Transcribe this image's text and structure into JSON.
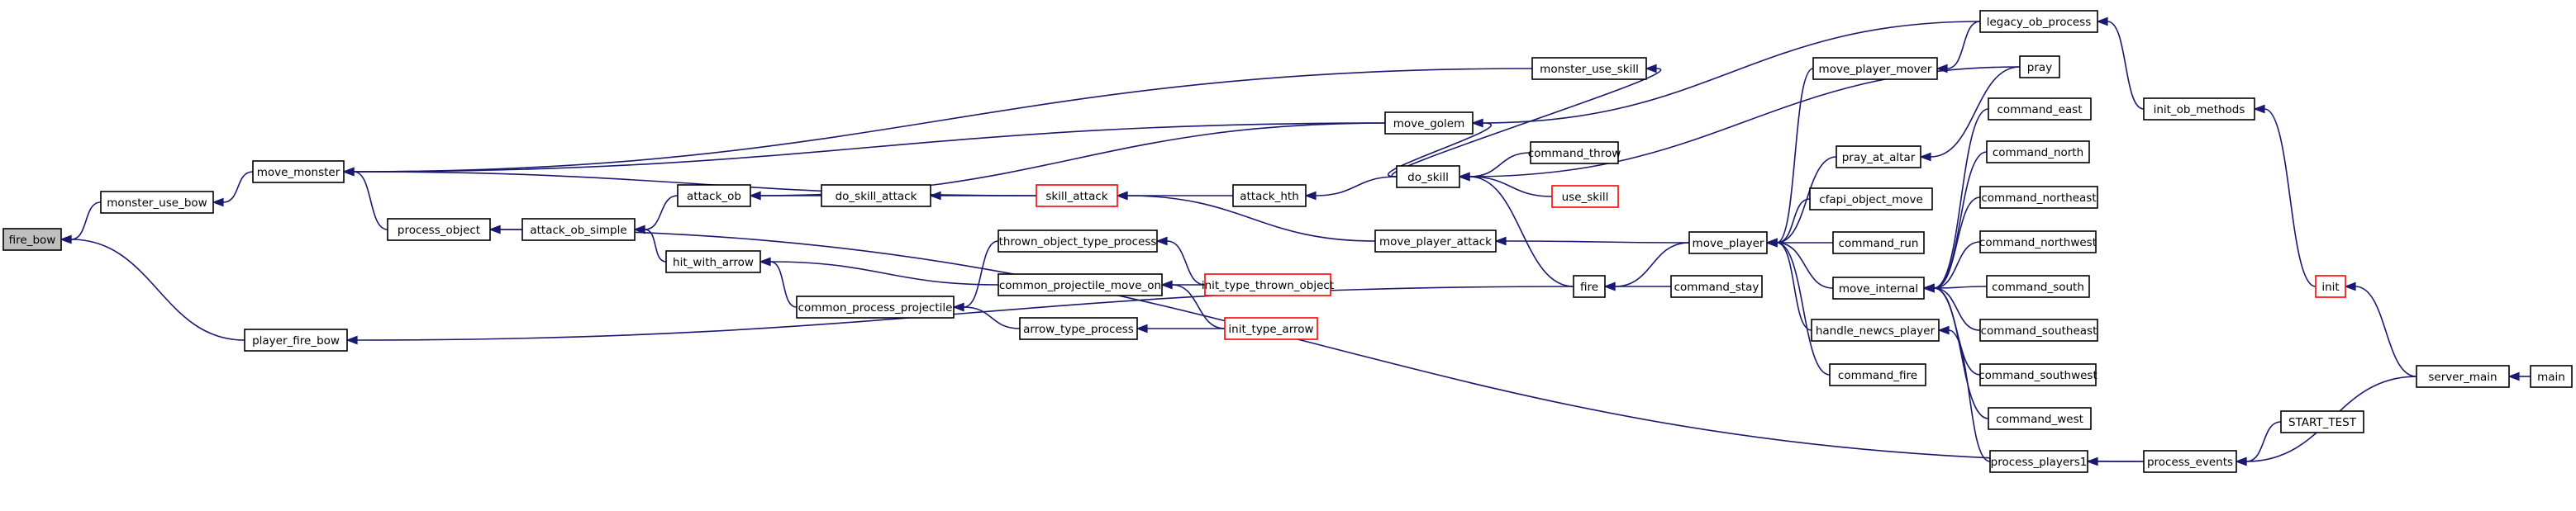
{
  "graph": {
    "nodes": [
      {
        "id": "fire_bow",
        "label": "fire_bow",
        "root": true
      },
      {
        "id": "monster_use_bow",
        "label": "monster_use_bow"
      },
      {
        "id": "player_fire_bow",
        "label": "player_fire_bow"
      },
      {
        "id": "move_monster",
        "label": "move_monster"
      },
      {
        "id": "process_object",
        "label": "process_object"
      },
      {
        "id": "attack_ob_simple",
        "label": "attack_ob_simple"
      },
      {
        "id": "attack_ob",
        "label": "attack_ob"
      },
      {
        "id": "hit_with_arrow",
        "label": "hit_with_arrow"
      },
      {
        "id": "do_skill_attack",
        "label": "do_skill_attack"
      },
      {
        "id": "skill_attack",
        "label": "skill_attack",
        "truncated": true
      },
      {
        "id": "thrown_object_type_process",
        "label": "thrown_object_type_process"
      },
      {
        "id": "common_projectile_move_on",
        "label": "common_projectile_move_on"
      },
      {
        "id": "common_process_projectile",
        "label": "common_process_projectile"
      },
      {
        "id": "arrow_type_process",
        "label": "arrow_type_process"
      },
      {
        "id": "init_type_thrown_object",
        "label": "init_type_thrown_object",
        "truncated": true
      },
      {
        "id": "init_type_arrow",
        "label": "init_type_arrow",
        "truncated": true
      },
      {
        "id": "attack_hth",
        "label": "attack_hth"
      },
      {
        "id": "move_golem",
        "label": "move_golem"
      },
      {
        "id": "monster_use_skill",
        "label": "monster_use_skill"
      },
      {
        "id": "do_skill",
        "label": "do_skill"
      },
      {
        "id": "command_throw",
        "label": "command_throw"
      },
      {
        "id": "use_skill",
        "label": "use_skill",
        "truncated": true
      },
      {
        "id": "move_player_attack",
        "label": "move_player_attack"
      },
      {
        "id": "fire",
        "label": "fire"
      },
      {
        "id": "command_stay",
        "label": "command_stay"
      },
      {
        "id": "move_player",
        "label": "move_player"
      },
      {
        "id": "move_player_mover",
        "label": "move_player_mover"
      },
      {
        "id": "pray_at_altar",
        "label": "pray_at_altar"
      },
      {
        "id": "cfapi_object_move",
        "label": "cfapi_object_move"
      },
      {
        "id": "command_run",
        "label": "command_run"
      },
      {
        "id": "move_internal",
        "label": "move_internal"
      },
      {
        "id": "handle_newcs_player",
        "label": "handle_newcs_player"
      },
      {
        "id": "command_fire",
        "label": "command_fire"
      },
      {
        "id": "legacy_ob_process",
        "label": "legacy_ob_process"
      },
      {
        "id": "pray",
        "label": "pray"
      },
      {
        "id": "command_east",
        "label": "command_east"
      },
      {
        "id": "command_north",
        "label": "command_north"
      },
      {
        "id": "command_northeast",
        "label": "command_northeast"
      },
      {
        "id": "command_northwest",
        "label": "command_northwest"
      },
      {
        "id": "command_south",
        "label": "command_south"
      },
      {
        "id": "command_southeast",
        "label": "command_southeast"
      },
      {
        "id": "command_southwest",
        "label": "command_southwest"
      },
      {
        "id": "command_west",
        "label": "command_west"
      },
      {
        "id": "process_players1",
        "label": "process_players1"
      },
      {
        "id": "process_events",
        "label": "process_events"
      },
      {
        "id": "START_TEST",
        "label": "START_TEST"
      },
      {
        "id": "init_ob_methods",
        "label": "init_ob_methods"
      },
      {
        "id": "init",
        "label": "init",
        "truncated": true
      },
      {
        "id": "server_main",
        "label": "server_main"
      },
      {
        "id": "main",
        "label": "main"
      }
    ],
    "edges": [
      {
        "from": "monster_use_bow",
        "to": "fire_bow"
      },
      {
        "from": "player_fire_bow",
        "to": "fire_bow"
      },
      {
        "from": "move_monster",
        "to": "monster_use_bow"
      },
      {
        "from": "process_object",
        "to": "move_monster"
      },
      {
        "from": "monster_use_skill",
        "to": "move_monster"
      },
      {
        "from": "move_golem",
        "to": "move_monster"
      },
      {
        "from": "attack_ob_simple",
        "to": "process_object"
      },
      {
        "from": "process_events",
        "to": "process_object"
      },
      {
        "from": "attack_ob",
        "to": "attack_ob_simple"
      },
      {
        "from": "hit_with_arrow",
        "to": "attack_ob_simple"
      },
      {
        "from": "do_skill_attack",
        "to": "attack_ob"
      },
      {
        "from": "move_golem",
        "to": "attack_ob"
      },
      {
        "from": "skill_attack",
        "to": "do_skill_attack"
      },
      {
        "from": "skill_attack",
        "to": "move_monster"
      },
      {
        "from": "attack_hth",
        "to": "skill_attack"
      },
      {
        "from": "move_player_attack",
        "to": "skill_attack"
      },
      {
        "from": "common_projectile_move_on",
        "to": "hit_with_arrow"
      },
      {
        "from": "common_process_projectile",
        "to": "hit_with_arrow"
      },
      {
        "from": "thrown_object_type_process",
        "to": "common_process_projectile"
      },
      {
        "from": "arrow_type_process",
        "to": "common_process_projectile"
      },
      {
        "from": "init_type_thrown_object",
        "to": "thrown_object_type_process"
      },
      {
        "from": "init_type_thrown_object",
        "to": "common_projectile_move_on"
      },
      {
        "from": "init_type_arrow",
        "to": "common_projectile_move_on"
      },
      {
        "from": "init_type_arrow",
        "to": "arrow_type_process"
      },
      {
        "from": "do_skill",
        "to": "attack_hth"
      },
      {
        "from": "do_skill",
        "to": "move_golem"
      },
      {
        "from": "legacy_ob_process",
        "to": "move_golem"
      },
      {
        "from": "do_skill",
        "to": "monster_use_skill"
      },
      {
        "from": "command_throw",
        "to": "do_skill"
      },
      {
        "from": "use_skill",
        "to": "do_skill"
      },
      {
        "from": "pray",
        "to": "do_skill"
      },
      {
        "from": "fire",
        "to": "do_skill"
      },
      {
        "from": "fire",
        "to": "player_fire_bow"
      },
      {
        "from": "move_player",
        "to": "move_player_attack"
      },
      {
        "from": "move_player",
        "to": "fire"
      },
      {
        "from": "command_stay",
        "to": "fire"
      },
      {
        "from": "move_player_mover",
        "to": "move_player"
      },
      {
        "from": "pray_at_altar",
        "to": "move_player"
      },
      {
        "from": "cfapi_object_move",
        "to": "move_player"
      },
      {
        "from": "command_run",
        "to": "move_player"
      },
      {
        "from": "move_internal",
        "to": "move_player"
      },
      {
        "from": "handle_newcs_player",
        "to": "move_player"
      },
      {
        "from": "command_fire",
        "to": "move_player"
      },
      {
        "from": "legacy_ob_process",
        "to": "move_player_mover"
      },
      {
        "from": "pray",
        "to": "pray_at_altar"
      },
      {
        "from": "command_east",
        "to": "move_internal"
      },
      {
        "from": "command_north",
        "to": "move_internal"
      },
      {
        "from": "command_northeast",
        "to": "move_internal"
      },
      {
        "from": "command_northwest",
        "to": "move_internal"
      },
      {
        "from": "command_south",
        "to": "move_internal"
      },
      {
        "from": "command_southeast",
        "to": "move_internal"
      },
      {
        "from": "command_southwest",
        "to": "move_internal"
      },
      {
        "from": "command_west",
        "to": "move_internal"
      },
      {
        "from": "process_players1",
        "to": "handle_newcs_player"
      },
      {
        "from": "process_events",
        "to": "process_players1"
      },
      {
        "from": "START_TEST",
        "to": "process_events"
      },
      {
        "from": "server_main",
        "to": "process_events"
      },
      {
        "from": "init_ob_methods",
        "to": "legacy_ob_process"
      },
      {
        "from": "init",
        "to": "init_ob_methods"
      },
      {
        "from": "server_main",
        "to": "init"
      },
      {
        "from": "main",
        "to": "server_main"
      }
    ]
  }
}
